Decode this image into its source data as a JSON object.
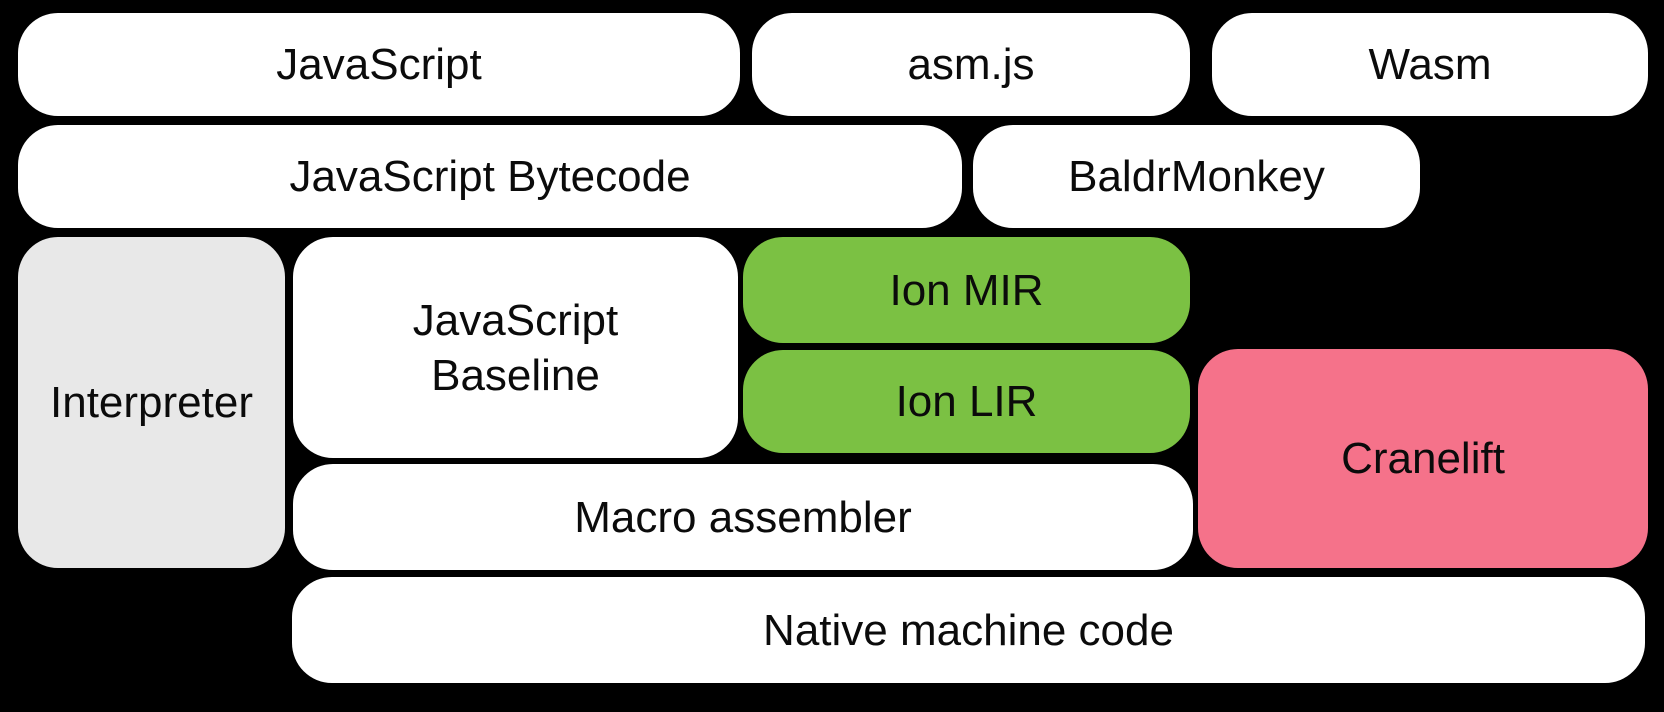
{
  "diagram": {
    "description": "Compiler pipeline block diagram",
    "colors": {
      "background": "#000000",
      "box_default": "#ffffff",
      "interpreter_gray": "#e8e8e8",
      "ion_green": "#7bc143",
      "cranelift_pink": "#f5728a",
      "text": "#0b0b0b"
    },
    "nodes": {
      "javascript": {
        "label": "JavaScript"
      },
      "asmjs": {
        "label": "asm.js"
      },
      "wasm": {
        "label": "Wasm"
      },
      "bytecode": {
        "label": "JavaScript Bytecode"
      },
      "baldrmonkey": {
        "label": "BaldrMonkey"
      },
      "interpreter": {
        "label": "Interpreter"
      },
      "baseline": {
        "label": "JavaScript\nBaseline"
      },
      "ion_mir": {
        "label": "Ion MIR"
      },
      "ion_lir": {
        "label": "Ion LIR"
      },
      "cranelift": {
        "label": "Cranelift"
      },
      "macro_assembler": {
        "label": "Macro assembler"
      },
      "native": {
        "label": "Native machine code"
      }
    }
  }
}
